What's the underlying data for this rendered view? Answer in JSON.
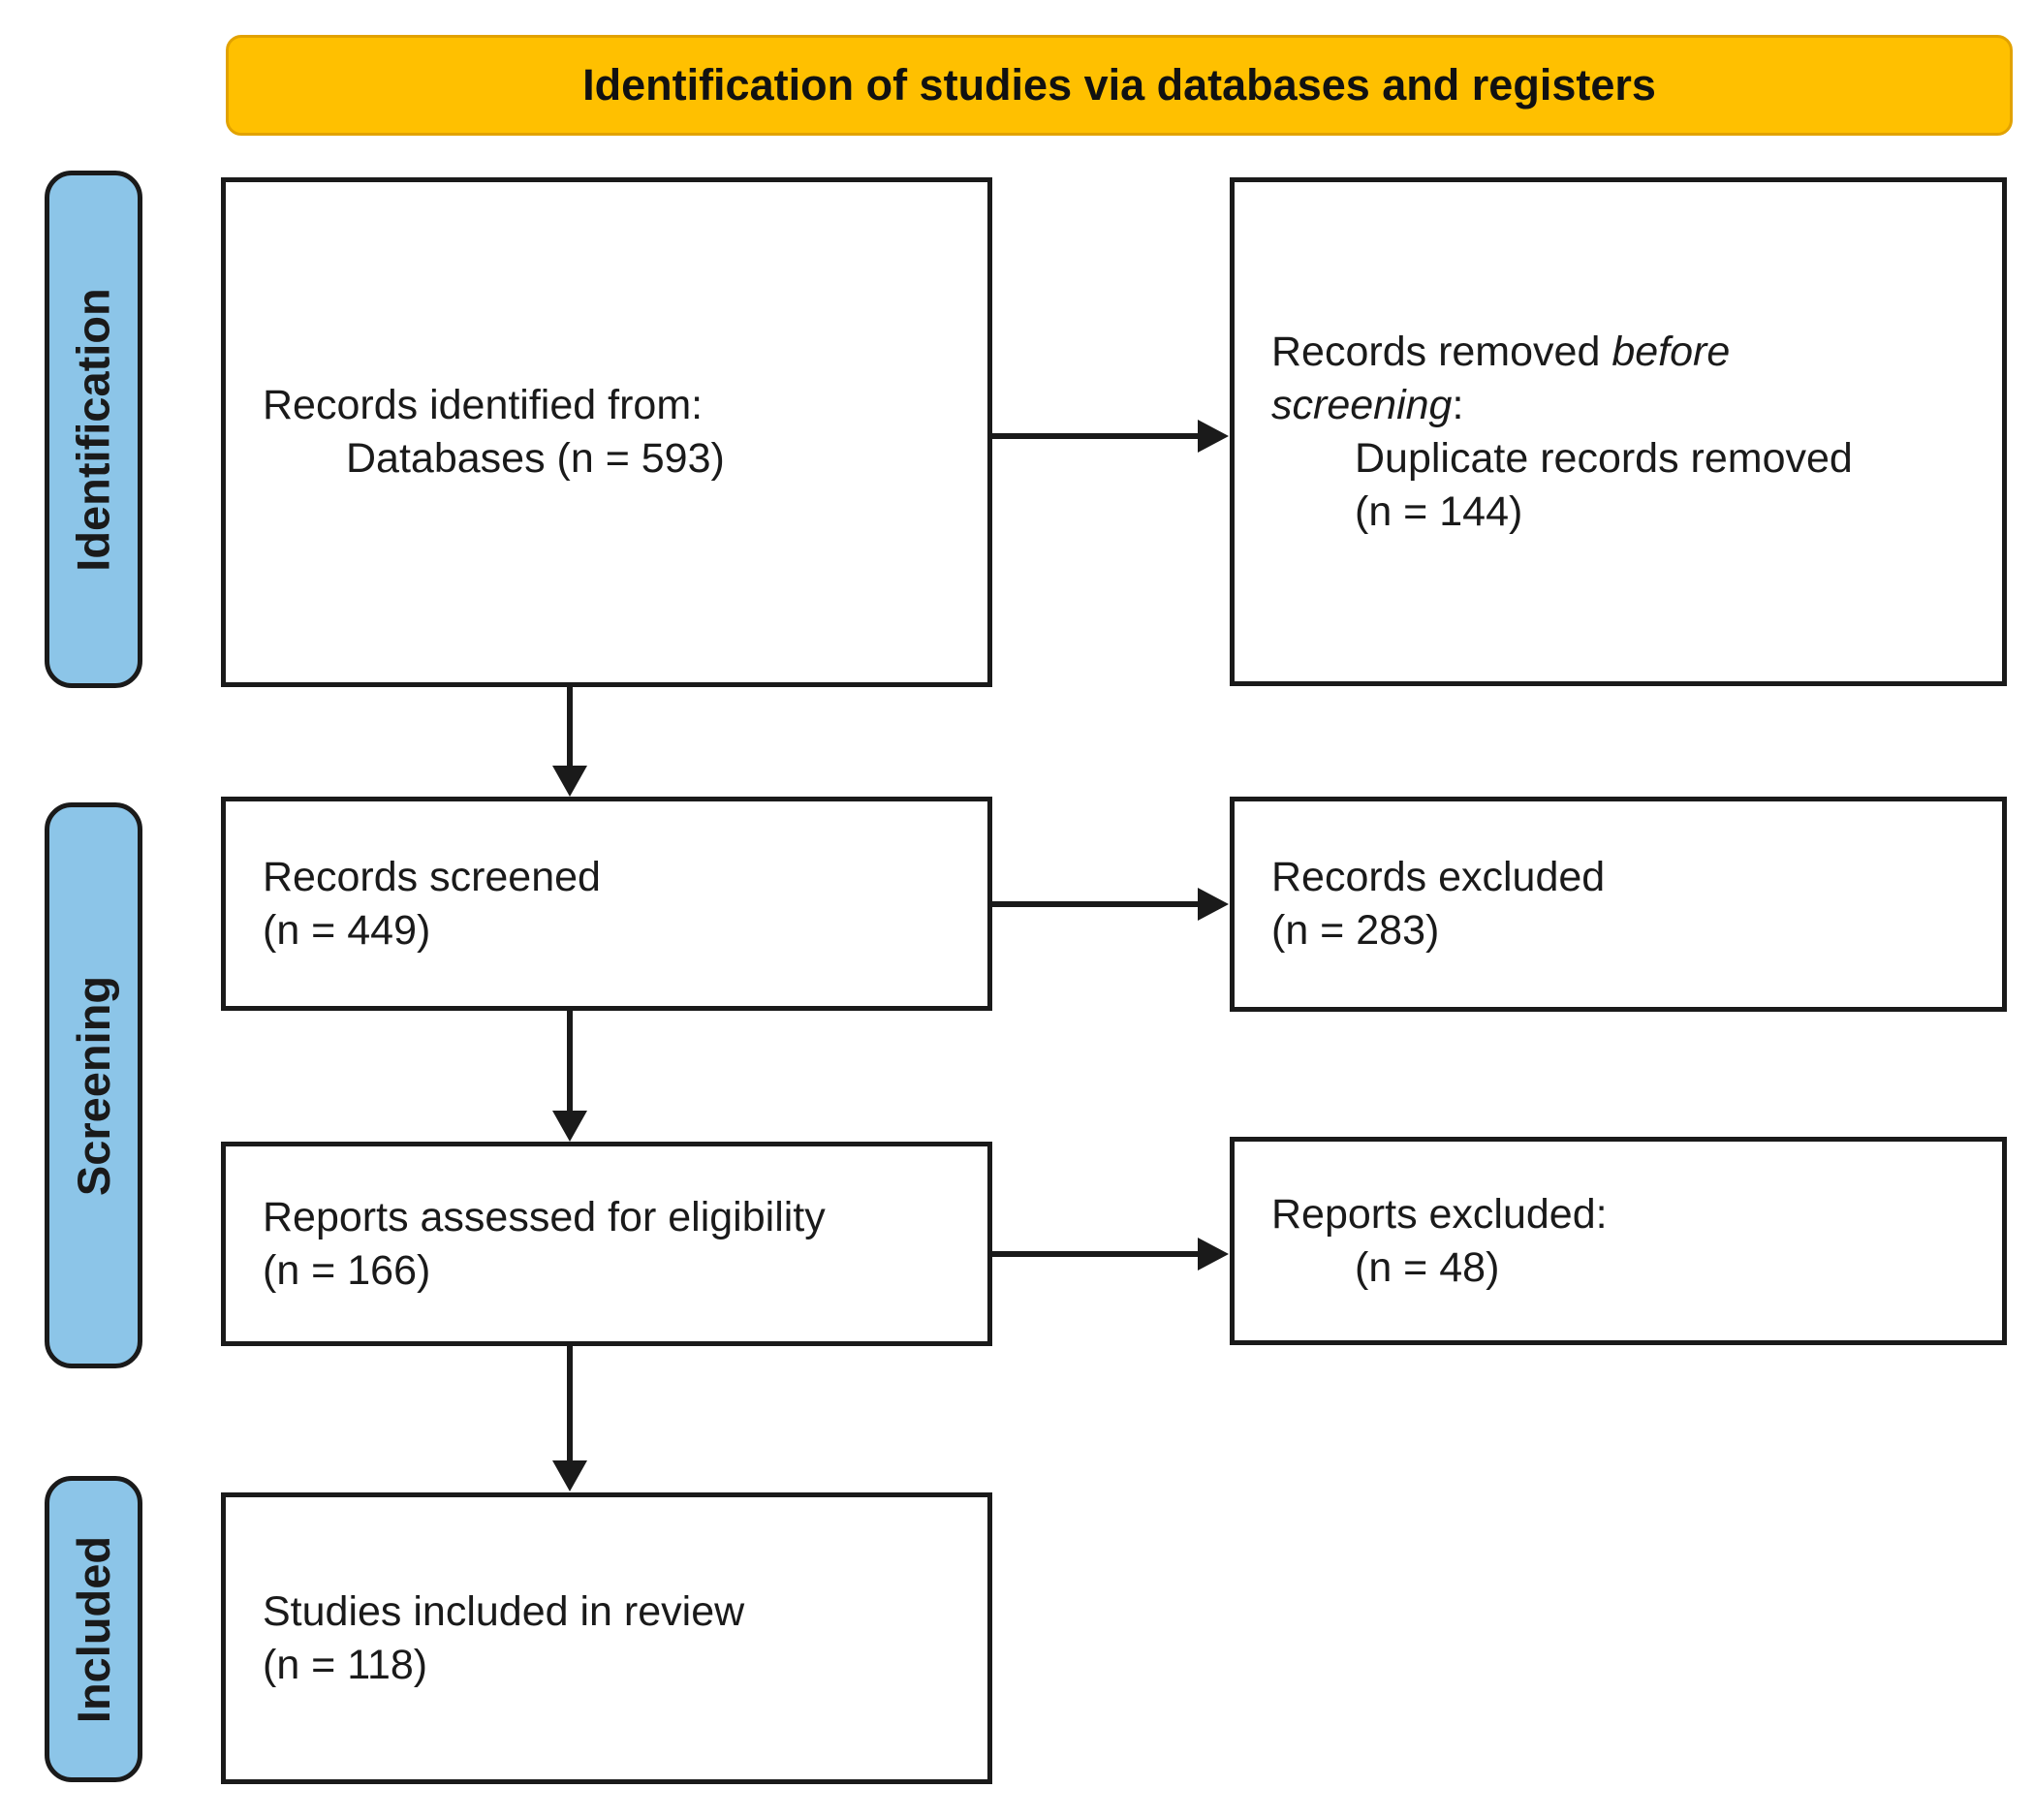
{
  "header": {
    "title": "Identification of studies via databases and registers"
  },
  "stages": [
    {
      "label": "Identification"
    },
    {
      "label": "Screening"
    },
    {
      "label": "Included"
    }
  ],
  "boxes": {
    "records_identified": {
      "line1": "Records identified from:",
      "line2": "Databases (n = 593)"
    },
    "records_removed": {
      "line1_regular": "Records removed ",
      "line1_italic": "before",
      "line2_italic": "screening",
      "line2_regular": ":",
      "line3": "Duplicate records removed",
      "line4": "(n = 144)"
    },
    "records_screened": {
      "line1": "Records screened",
      "line2": "(n = 449)"
    },
    "records_excluded": {
      "line1": "Records excluded",
      "line2": "(n = 283)"
    },
    "reports_assessed": {
      "line1": "Reports assessed for eligibility",
      "line2": "(n = 166)"
    },
    "reports_excluded": {
      "line1": "Reports excluded:",
      "line2": "(n = 48)"
    },
    "studies_included": {
      "line1": "Studies included in review",
      "line2": "(n = 118)"
    }
  },
  "colors": {
    "banner_fill": "#FFC000",
    "banner_border": "#E2A200",
    "stage_fill": "#8CC5E8",
    "outline": "#1A1A1A",
    "box_fill": "#FFFFFF",
    "text": "#1A1A1A"
  }
}
